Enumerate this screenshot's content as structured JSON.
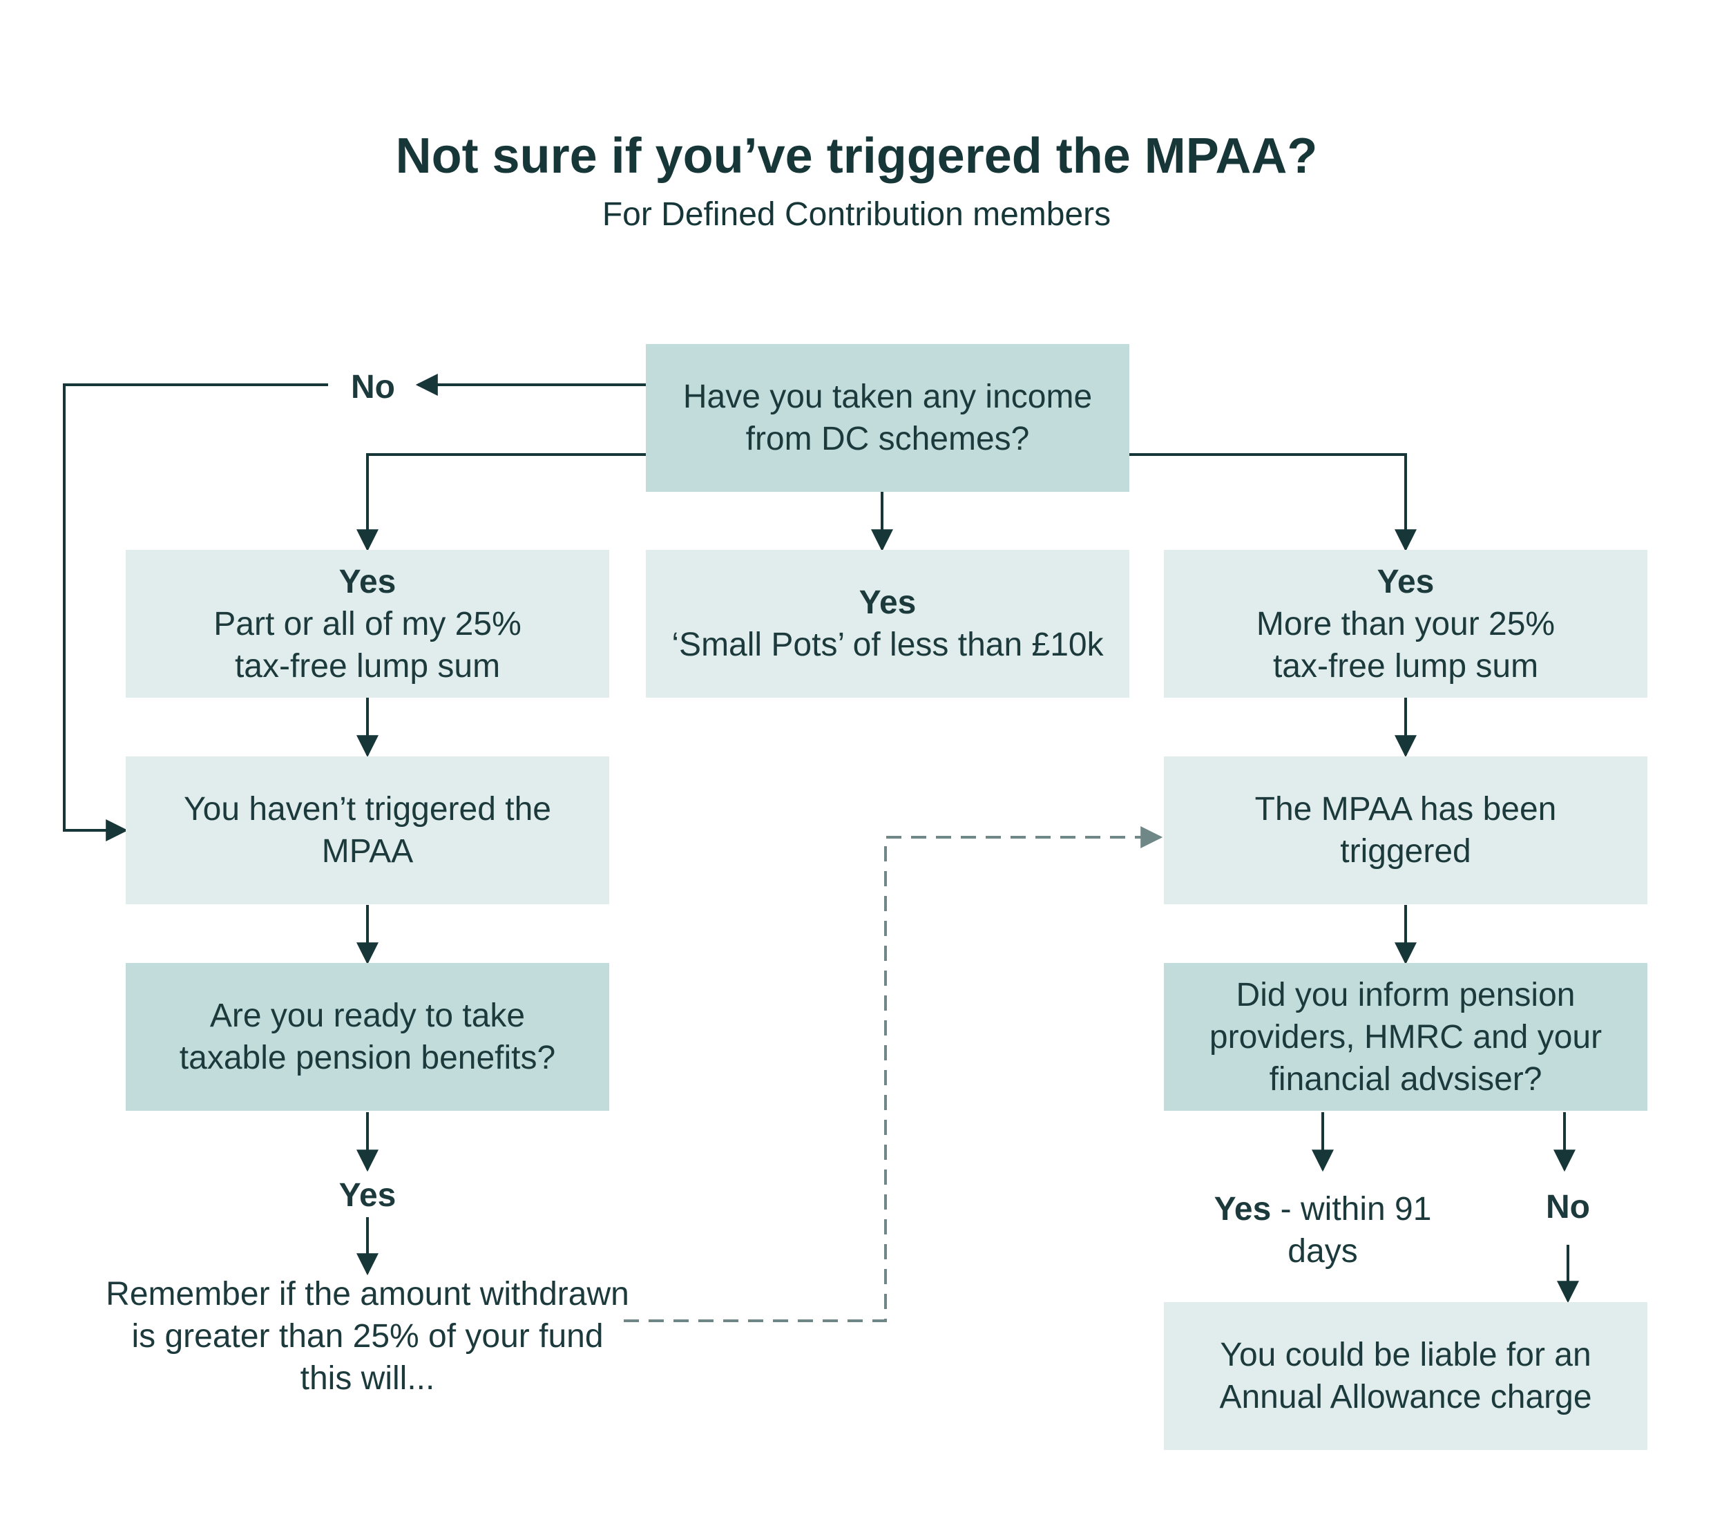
{
  "title": "Not sure if you’ve triggered the MPAA?",
  "subtitle": "For Defined Contribution members",
  "nodes": {
    "q_income": "Have you taken any income from DC schemes?",
    "yes_part": {
      "label": "Yes",
      "text": "Part or all of my 25% tax-free lump sum"
    },
    "yes_small": {
      "label": "Yes",
      "text": "‘Small Pots’ of less than £10k"
    },
    "yes_more": {
      "label": "Yes",
      "text": "More than your 25% tax-free lump sum"
    },
    "not_triggered": "You haven’t triggered the MPAA",
    "triggered": "The MPAA has been triggered",
    "q_ready": "Are you ready to take taxable pension benefits?",
    "q_inform": "Did you inform pension providers, HMRC and your financial advsiser?",
    "remember": "Remember if the amount withdrawn is greater than 25% of your fund this will...",
    "liable": "You could be liable for an Annual Allowance charge"
  },
  "labels": {
    "no_top": "No",
    "yes_ready": "Yes",
    "yes_within": "Yes",
    "yes_within_rest": " - within 91 days",
    "no_inform": "No"
  },
  "colors": {
    "text": "#1c3a3c",
    "dark_box": "#c2dcdc",
    "light_box": "#e0edec",
    "arrow": "#163638",
    "dashed": "#6f8786"
  }
}
